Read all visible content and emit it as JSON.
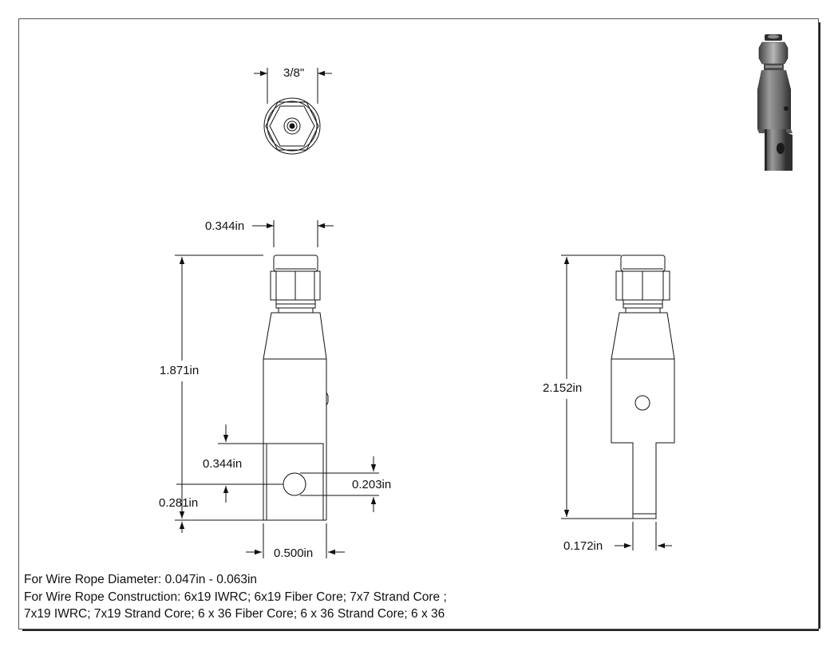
{
  "dimensions": {
    "hex_across": "3/8\"",
    "nut_width": "0.344in",
    "length_front": "1.871in",
    "slot_depth": "0.344in",
    "hole_from_end": "0.281in",
    "hole_diameter": "0.203in",
    "body_width": "0.500in",
    "length_side": "2.152in",
    "tab_thickness": "0.172in"
  },
  "notes": [
    "For Wire Rope Diameter: 0.047in - 0.063in",
    "For Wire Rope Construction: 6x19 IWRC; 6x19 Fiber Core; 7x7 Strand Core ;",
    "7x19 IWRC; 7x19 Strand Core; 6 x 36 Fiber Core;  6 x 36 Strand Core; 6 x 36"
  ],
  "colors": {
    "line": "#111111",
    "render_dark": "#3a3a3a",
    "render_mid": "#7d7d7d",
    "render_light": "#bdbdbd"
  }
}
